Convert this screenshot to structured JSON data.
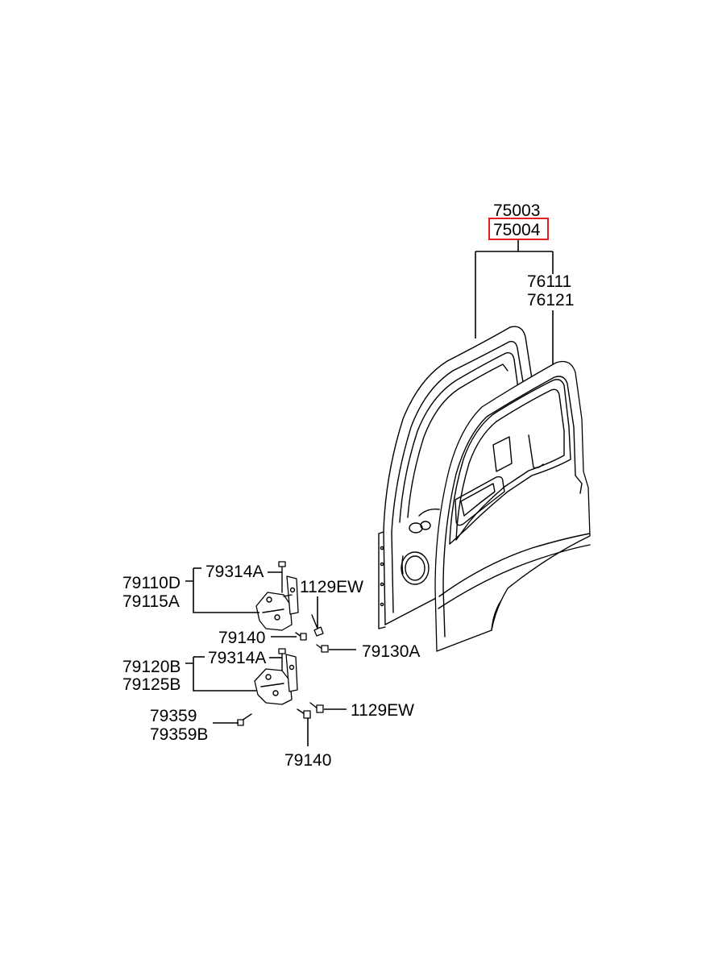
{
  "labels": {
    "p75003": "75003",
    "p75004": "75004",
    "p76111": "76111",
    "p76121": "76121",
    "p79110D": "79110D",
    "p79115A": "79115A",
    "p79314A_1": "79314A",
    "p1129EW_1": "1129EW",
    "p79140_1": "79140",
    "p79130A": "79130A",
    "p79120B": "79120B",
    "p79125B": "79125B",
    "p79314A_2": "79314A",
    "p79359": "79359",
    "p79359B": "79359B",
    "p1129EW_2": "1129EW",
    "p79140_2": "79140"
  },
  "highlighted_part": "75004",
  "colors": {
    "highlight": "#e02020",
    "line": "#000000",
    "background": "#ffffff"
  }
}
